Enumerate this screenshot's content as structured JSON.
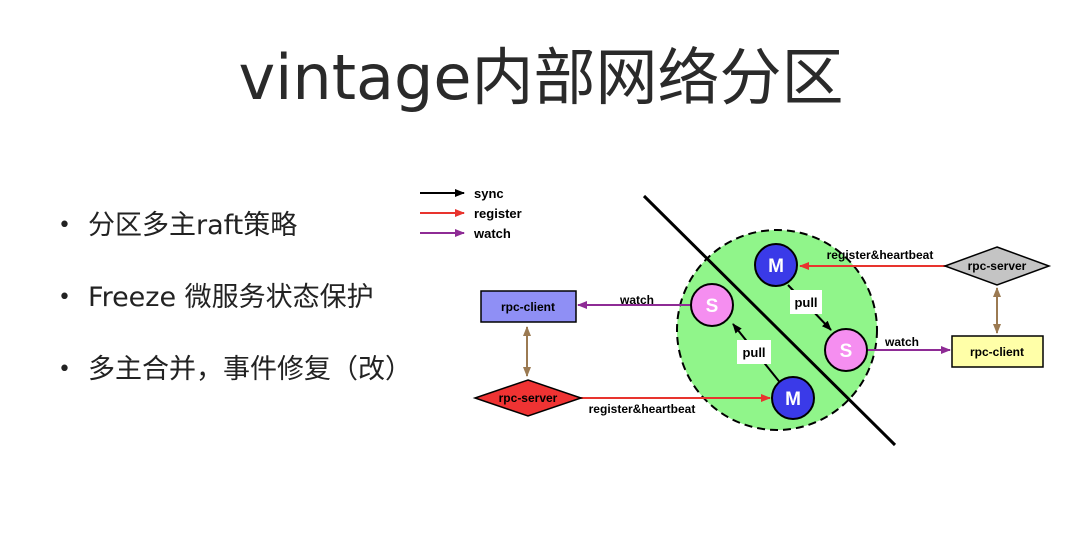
{
  "slide": {
    "title": "vintage内部网络分区"
  },
  "bullets": [
    {
      "text": "分区多主raft策略"
    },
    {
      "text": "Freeze 微服务状态保护"
    },
    {
      "text": "多主合并，事件修复（改）"
    }
  ],
  "legend": {
    "sync": "sync",
    "register": "register",
    "watch": "watch"
  },
  "diagram": {
    "node_m_top": "M",
    "node_m_bottom": "M",
    "node_s_left": "S",
    "node_s_right": "S",
    "pull_top": "pull",
    "pull_bottom": "pull",
    "rpc_server_right": "rpc-server",
    "rpc_server_left": "rpc-server",
    "rpc_client_left": "rpc-client",
    "rpc_client_right": "rpc-client",
    "reg_hb_top": "register&heartbeat",
    "reg_hb_bottom": "register&heartbeat",
    "watch_left": "watch",
    "watch_right": "watch"
  },
  "colors": {
    "cluster_fill": "#90f58a",
    "master_fill": "#3a3ae8",
    "slave_fill": "#f58ef0",
    "client_left_fill": "#8f8ff5",
    "client_right_fill": "#ffffa8",
    "server_right_fill": "#c4c4c4",
    "server_left_fill": "#ef3333",
    "register_arrow": "#e8342e",
    "watch_arrow": "#8e2b95",
    "link_arrow": "#9b7a52"
  }
}
